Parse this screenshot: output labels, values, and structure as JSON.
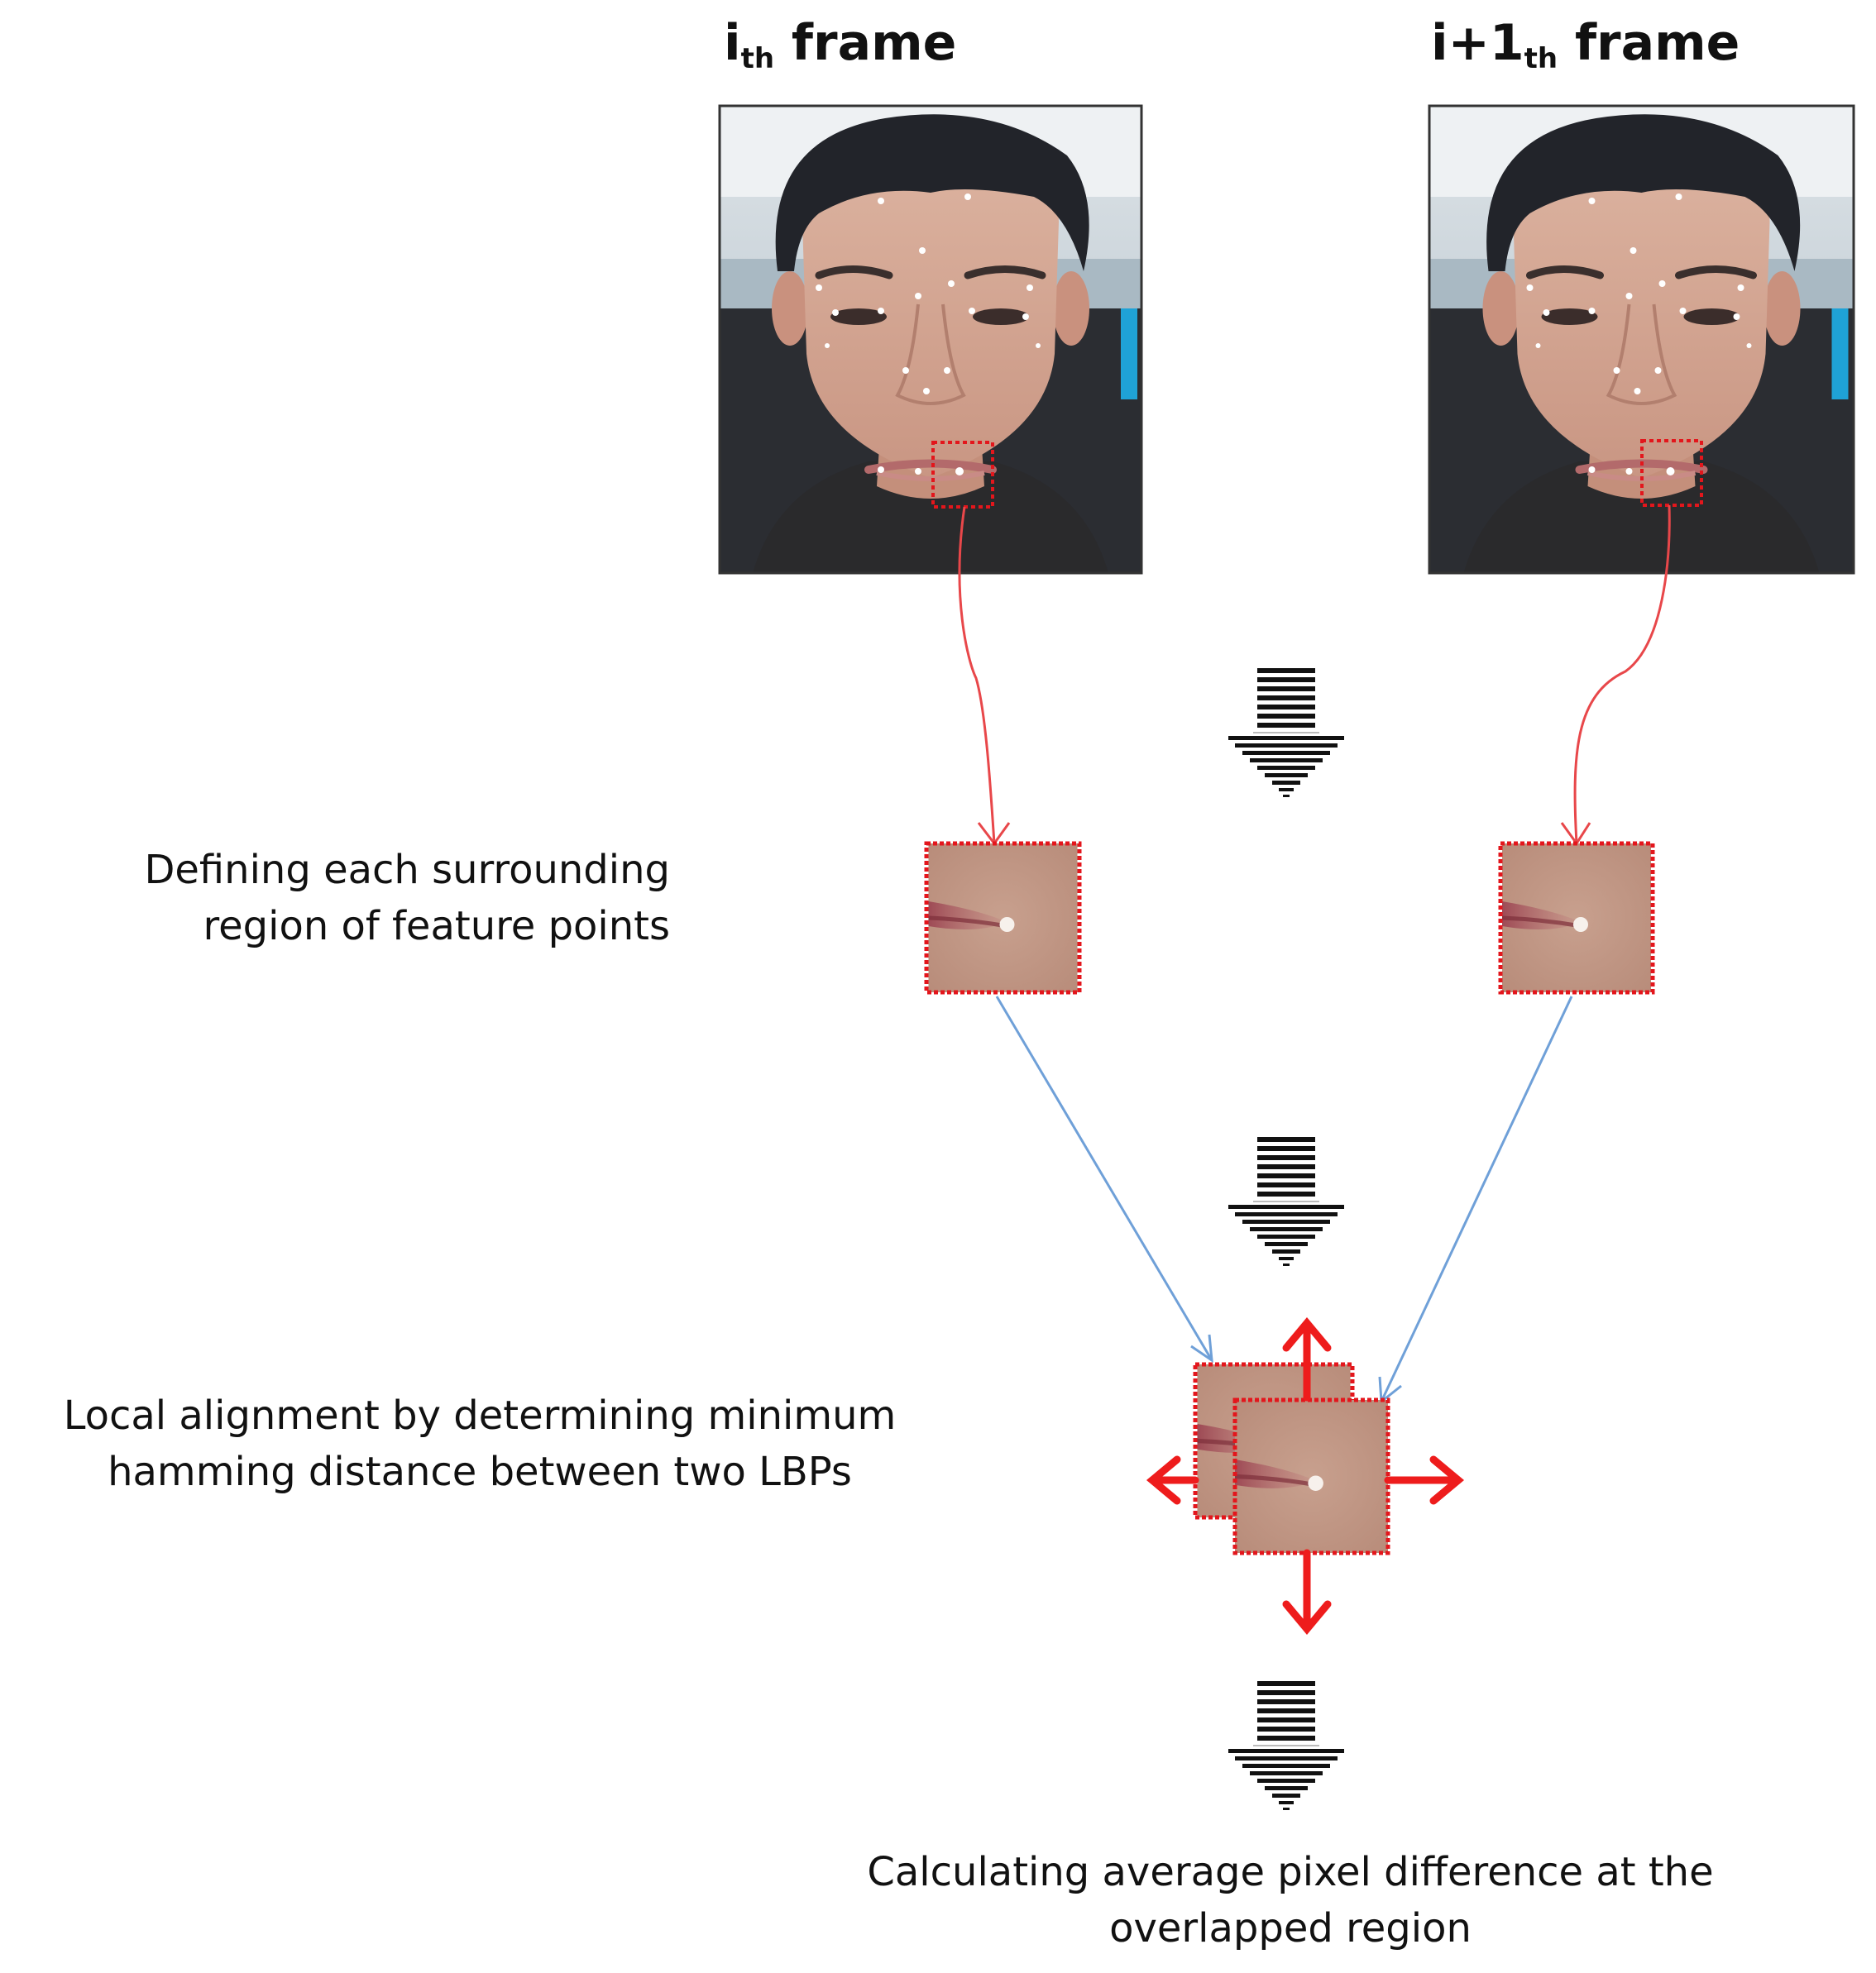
{
  "headers": {
    "frame_i": {
      "base": "i",
      "sub": "th",
      "rest": " frame"
    },
    "frame_i1": {
      "base": "i+1",
      "sub": "th",
      "rest": " frame"
    }
  },
  "labels": {
    "step1": [
      "Defining each surrounding",
      "region of feature points"
    ],
    "step2": [
      "Local alignment by determining minimum",
      "hamming distance between two LBPs"
    ],
    "step3": [
      "Calculating average pixel difference at the",
      "overlapped region"
    ]
  },
  "colors": {
    "red_connector": "#e8474a",
    "blue_connector": "#6fa0d8",
    "shift_arrow": "#ee1c1c",
    "dotted_border": "#e3161c",
    "down_arrow": "#111111"
  },
  "icons": [
    "face-photo",
    "mouth-patch",
    "down-arrow-icon",
    "shift-arrow-icon"
  ]
}
